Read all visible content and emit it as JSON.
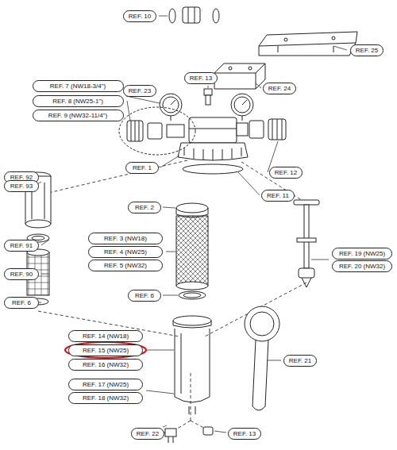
{
  "diagram": {
    "nodes": [
      {
        "text": [
          "REF. 10"
        ]
      },
      {
        "text": [
          "REF. 25"
        ]
      },
      {
        "text": [
          "REF. 13"
        ]
      },
      {
        "text": [
          "REF. 24"
        ]
      },
      {
        "text": [
          "REF. 7 (NW18-3/4\")"
        ]
      },
      {
        "text": [
          "REF. 8 (NW25-1\")"
        ]
      },
      {
        "text": [
          "REF. 9 (NW32-11/4\")"
        ]
      },
      {
        "text": [
          "REF. 23"
        ]
      },
      {
        "text": [
          "REF. 1"
        ]
      },
      {
        "text": [
          "REF. 12"
        ]
      },
      {
        "text": [
          "REF. 11"
        ]
      },
      {
        "text": [
          "REF. 92"
        ]
      },
      {
        "text": [
          "REF. 93"
        ]
      },
      {
        "text": [
          "REF. 2"
        ]
      },
      {
        "text": [
          "REF. 3 (NW18)"
        ]
      },
      {
        "text": [
          "REF. 4 (NW25)"
        ]
      },
      {
        "text": [
          "REF. 5 (NW32)"
        ]
      },
      {
        "text": [
          "REF. 91"
        ]
      },
      {
        "text": [
          "REF. 90"
        ]
      },
      {
        "text": [
          "REF. 19 (NW25)"
        ]
      },
      {
        "text": [
          "REF. 20 (NW32)"
        ]
      },
      {
        "text": [
          "REF. 6"
        ]
      },
      {
        "text": [
          "REF. 6"
        ]
      },
      {
        "text": [
          "REF. 14 (NW18)"
        ]
      },
      {
        "text": [
          "REF. 15 (NW25)"
        ]
      },
      {
        "text": [
          "REF. 16 (NW32)"
        ]
      },
      {
        "text": [
          "REF. 21"
        ]
      },
      {
        "text": [
          "REF. 17 (NW25)"
        ]
      },
      {
        "text": [
          "REF. 18 (NW32)"
        ]
      },
      {
        "text": [
          "REF. 22"
        ]
      },
      {
        "text": [
          "REF. 13"
        ]
      }
    ]
  }
}
